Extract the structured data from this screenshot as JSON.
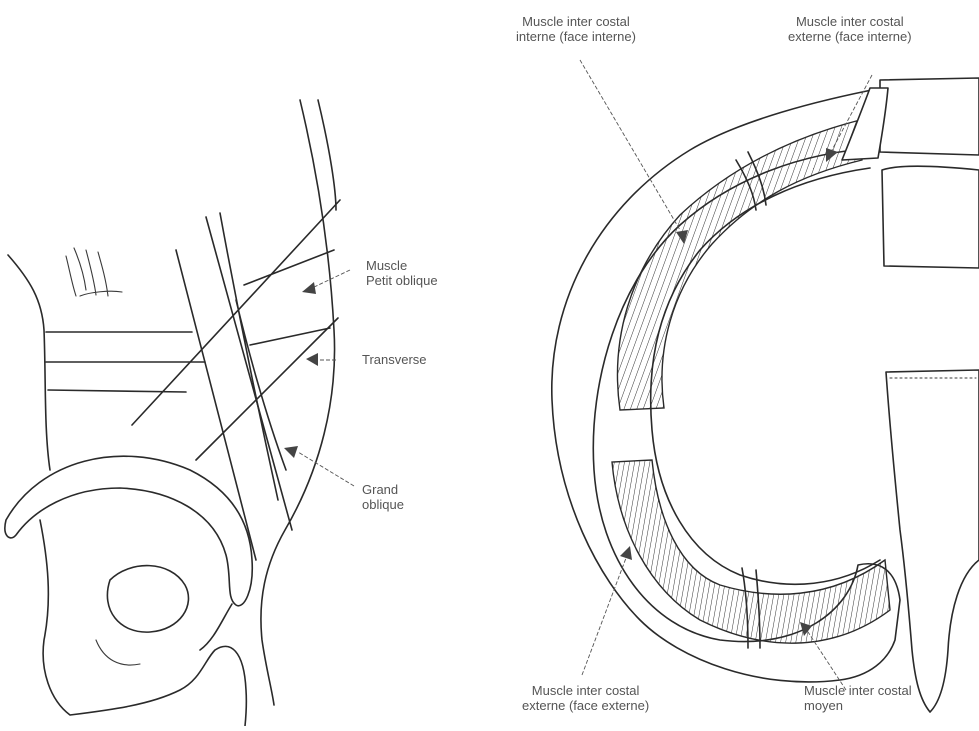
{
  "left_figure": {
    "labels": {
      "petit_oblique": [
        "Muscle",
        "Petit oblique"
      ],
      "transverse": "Transverse",
      "grand_oblique": [
        "Grand",
        "oblique"
      ]
    }
  },
  "right_figure": {
    "labels": {
      "ic_interne": [
        "Muscle inter costal",
        "interne (face interne)"
      ],
      "ic_externe_int": [
        "Muscle inter costal",
        "externe (face interne)"
      ],
      "ic_externe_ext": [
        "Muscle inter costal",
        "externe (face externe)"
      ],
      "ic_moyen": [
        "Muscle inter costal",
        "moyen"
      ]
    }
  }
}
